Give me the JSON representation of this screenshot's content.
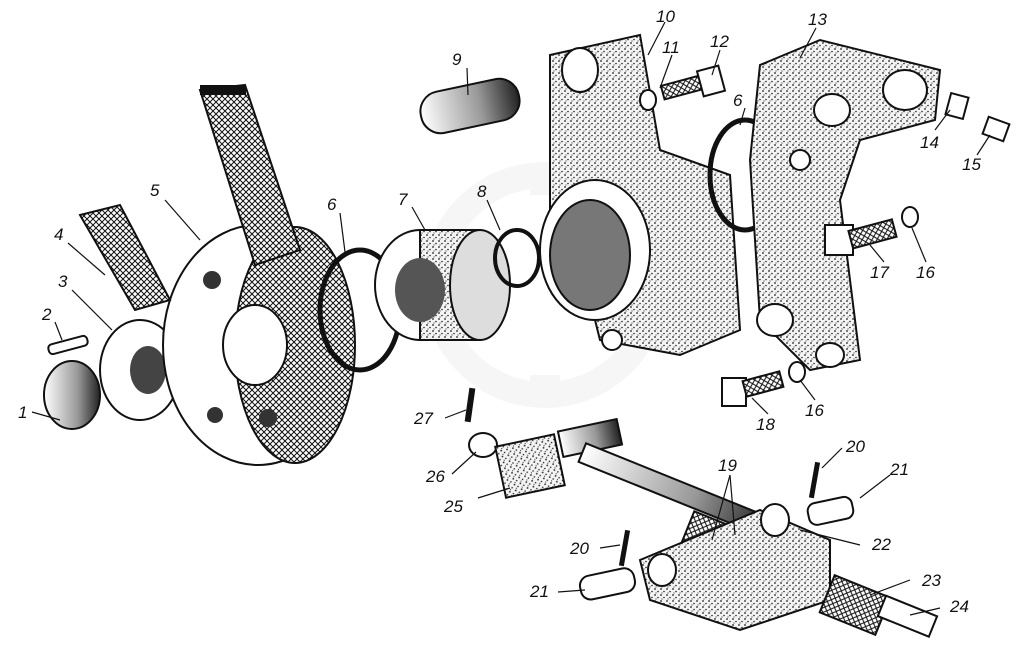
{
  "figure": {
    "labels": [
      "1",
      "2",
      "3",
      "4",
      "5",
      "6",
      "7",
      "8",
      "9",
      "10",
      "11",
      "12",
      "13",
      "14",
      "15",
      "6",
      "17",
      "16",
      "18",
      "16",
      "19",
      "20",
      "21",
      "22",
      "23",
      "24",
      "20",
      "21",
      "25",
      "26",
      "27"
    ]
  },
  "colors": {
    "ink": "#111111",
    "paper": "#ffffff",
    "watermark": "#e6e6e6"
  }
}
